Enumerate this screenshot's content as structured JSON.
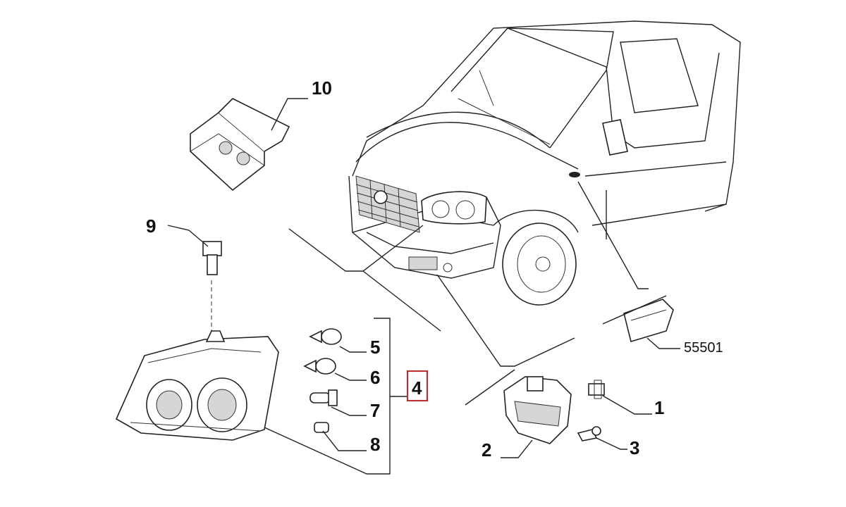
{
  "callouts": {
    "c1": "1",
    "c2": "2",
    "c3": "3",
    "c4": "4",
    "c5": "5",
    "c6": "6",
    "c7": "7",
    "c8": "8",
    "c9": "9",
    "c10": "10",
    "code": "55501"
  },
  "highlight_color": "#e02020"
}
